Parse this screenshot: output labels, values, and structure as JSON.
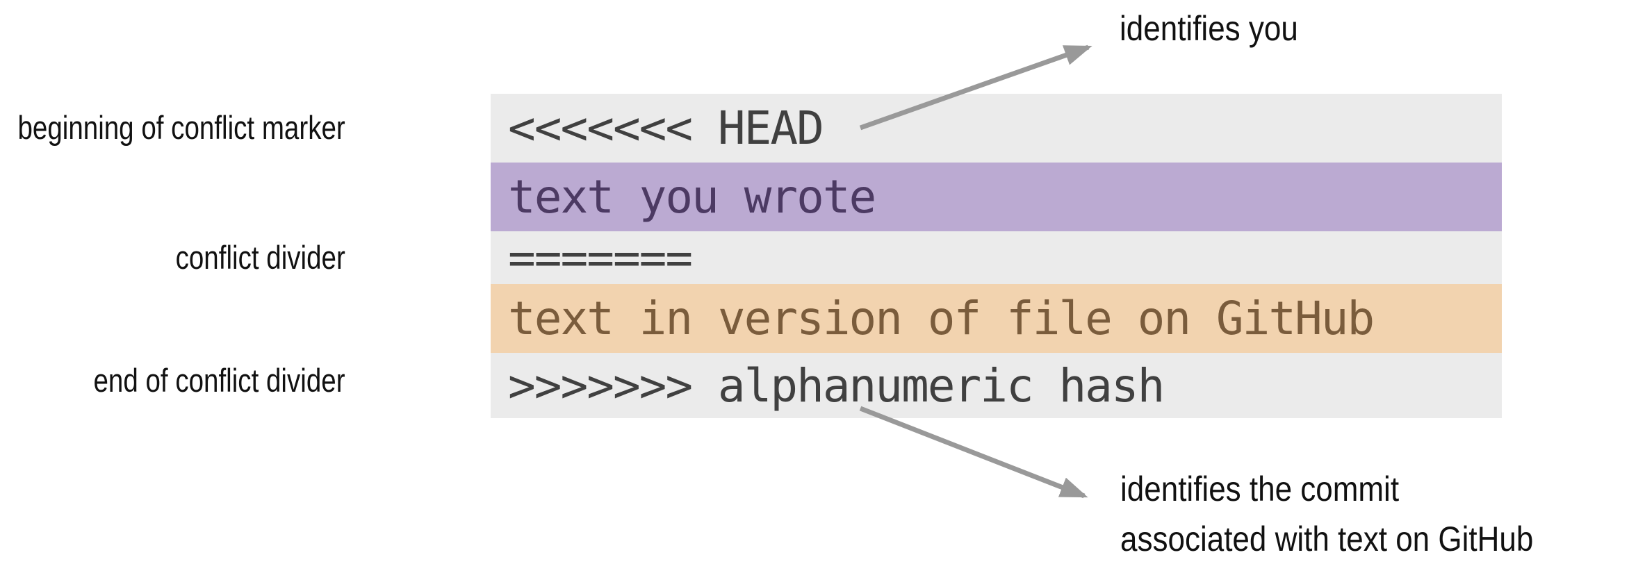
{
  "colors": {
    "code_bg": "#ebebeb",
    "code_text": "#404040",
    "purple_bg": "#bbaad2",
    "purple_text": "#4c3a63",
    "orange_bg": "#f2d3af",
    "orange_text": "#7a5c3c",
    "label_text": "#111111",
    "arrow": "#999999"
  },
  "labels": [
    {
      "text": "beginning of conflict marker",
      "points_to_line": 1
    },
    {
      "text": "conflict divider",
      "points_to_line": 3
    },
    {
      "text": "end of conflict divider",
      "points_to_line": 5
    }
  ],
  "code_block": {
    "lines": [
      {
        "text": "<<<<<<< HEAD",
        "highlight": "none"
      },
      {
        "text": "text you wrote",
        "highlight": "purple"
      },
      {
        "text": "=======",
        "highlight": "none"
      },
      {
        "text": "text in version of file on GitHub",
        "highlight": "orange"
      },
      {
        "text": ">>>>>>> alphanumeric hash",
        "highlight": "none"
      }
    ]
  },
  "annotations": {
    "top": {
      "text": "identifies you",
      "refers_to": "HEAD"
    },
    "bottom": {
      "line1": "identifies the commit",
      "line2": "associated with text on GitHub",
      "refers_to": "alphanumeric hash"
    }
  }
}
